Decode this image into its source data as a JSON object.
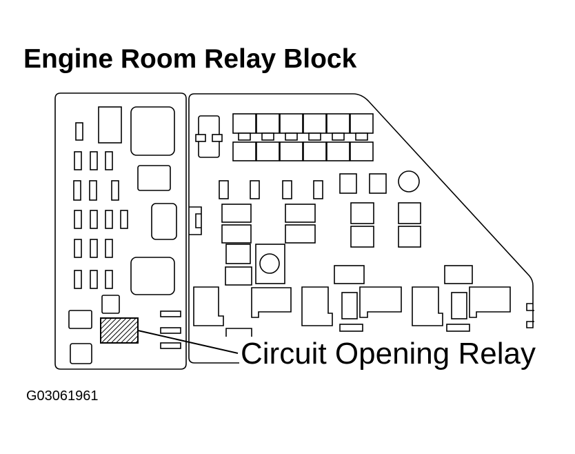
{
  "title": "Engine Room Relay Block",
  "callout_label": "Circuit Opening Relay",
  "figure_id": "G03061961",
  "highlight_pattern": "diagonal-hatch"
}
